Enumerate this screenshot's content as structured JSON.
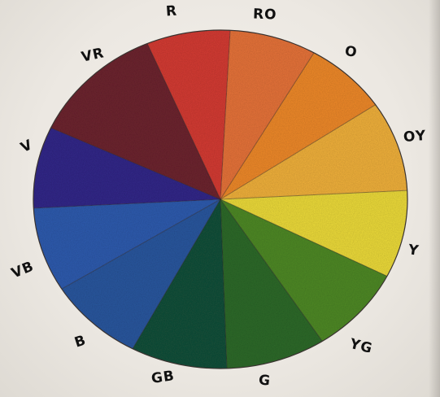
{
  "wheel": {
    "segments": [
      {
        "label": "R",
        "color": "#d63c34"
      },
      {
        "label": "RO",
        "color": "#e8743a"
      },
      {
        "label": "O",
        "color": "#f08a2a"
      },
      {
        "label": "OY",
        "color": "#f2b23c"
      },
      {
        "label": "Y",
        "color": "#eedc3a"
      },
      {
        "label": "YG",
        "color": "#4f8a26"
      },
      {
        "label": "G",
        "color": "#2e6b2a"
      },
      {
        "label": "GB",
        "color": "#14503a"
      },
      {
        "label": "B",
        "color": "#2a58a0"
      },
      {
        "label": "VB",
        "color": "#2f5cb0"
      },
      {
        "label": "V",
        "color": "#33288a"
      },
      {
        "label": "VR",
        "color": "#6e2430"
      }
    ]
  }
}
